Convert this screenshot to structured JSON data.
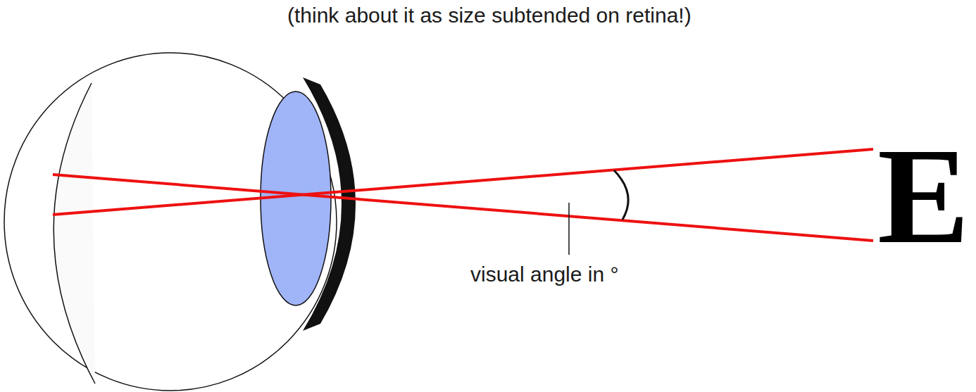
{
  "diagram": {
    "labels": [
      "(think about it as size subtended on retina!)",
      "visual angle in °",
      "E"
    ]
  }
}
